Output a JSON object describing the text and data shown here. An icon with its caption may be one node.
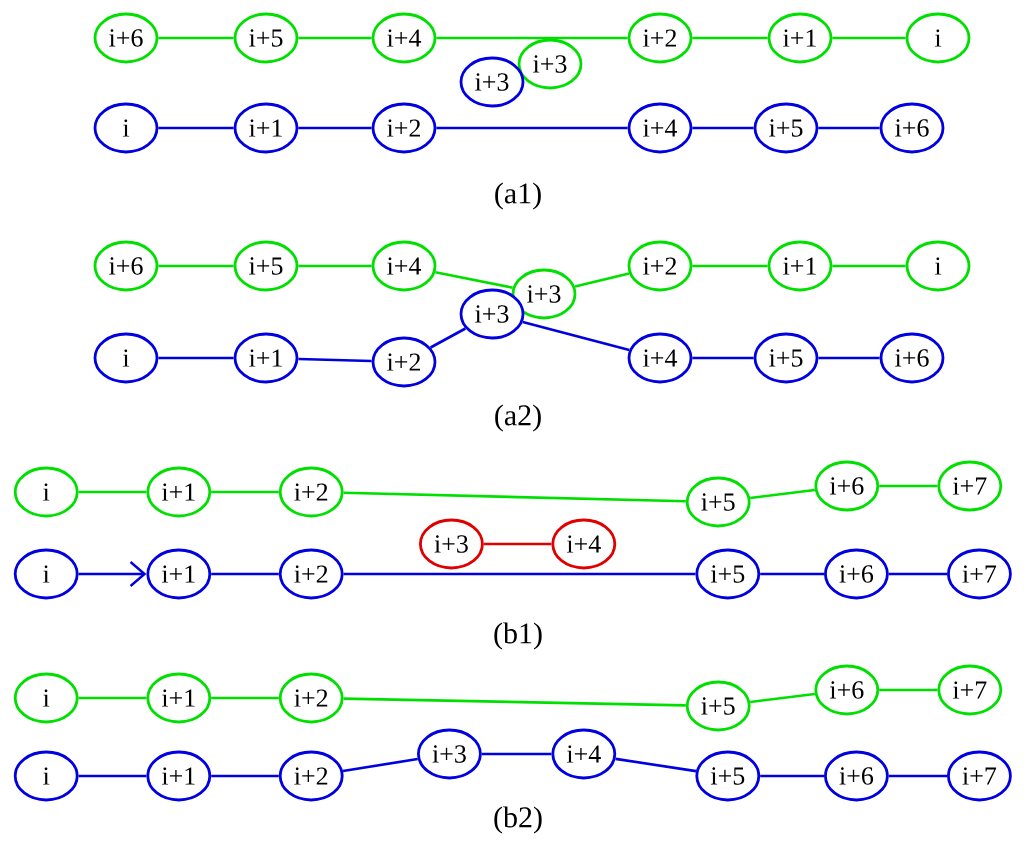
{
  "diagram": {
    "nodes": [
      {
        "text": [
          "i+6"
        ]
      },
      {
        "text": [
          "i+5"
        ]
      },
      {
        "text": [
          "i+4"
        ]
      },
      {
        "text": [
          "i+3"
        ]
      },
      {
        "text": [
          "i+2"
        ]
      },
      {
        "text": [
          "i+1"
        ]
      },
      {
        "text": [
          "i"
        ]
      },
      {
        "text": [
          "i+3"
        ]
      },
      {
        "text": [
          "i"
        ]
      },
      {
        "text": [
          "i+1"
        ]
      },
      {
        "text": [
          "i+2"
        ]
      },
      {
        "text": [
          "i+4"
        ]
      },
      {
        "text": [
          "i+5"
        ]
      },
      {
        "text": [
          "i+6"
        ]
      },
      {
        "text": [
          "i+6"
        ]
      },
      {
        "text": [
          "i+5"
        ]
      },
      {
        "text": [
          "i+4"
        ]
      },
      {
        "text": [
          "i+3"
        ]
      },
      {
        "text": [
          "i+2"
        ]
      },
      {
        "text": [
          "i+1"
        ]
      },
      {
        "text": [
          "i"
        ]
      },
      {
        "text": [
          "i"
        ]
      },
      {
        "text": [
          "i+1"
        ]
      },
      {
        "text": [
          "i+2"
        ]
      },
      {
        "text": [
          "i+3"
        ]
      },
      {
        "text": [
          "i+4"
        ]
      },
      {
        "text": [
          "i+5"
        ]
      },
      {
        "text": [
          "i+6"
        ]
      },
      {
        "text": [
          "i"
        ]
      },
      {
        "text": [
          "i+1"
        ]
      },
      {
        "text": [
          "i+2"
        ]
      },
      {
        "text": [
          "i+5"
        ]
      },
      {
        "text": [
          "i+6"
        ]
      },
      {
        "text": [
          "i+7"
        ]
      },
      {
        "text": [
          "i+3"
        ]
      },
      {
        "text": [
          "i+4"
        ]
      },
      {
        "text": [
          "i"
        ]
      },
      {
        "text": [
          "i+1"
        ]
      },
      {
        "text": [
          "i+2"
        ]
      },
      {
        "text": [
          "i+5"
        ]
      },
      {
        "text": [
          "i+6"
        ]
      },
      {
        "text": [
          "i+7"
        ]
      },
      {
        "text": [
          "i"
        ]
      },
      {
        "text": [
          "i+1"
        ]
      },
      {
        "text": [
          "i+2"
        ]
      },
      {
        "text": [
          "i+5"
        ]
      },
      {
        "text": [
          "i+6"
        ]
      },
      {
        "text": [
          "i+7"
        ]
      },
      {
        "text": [
          "i"
        ]
      },
      {
        "text": [
          "i+1"
        ]
      },
      {
        "text": [
          "i+2"
        ]
      },
      {
        "text": [
          "i+3"
        ]
      },
      {
        "text": [
          "i+4"
        ]
      },
      {
        "text": [
          "i+5"
        ]
      },
      {
        "text": [
          "i+6"
        ]
      },
      {
        "text": [
          "i+7"
        ]
      }
    ],
    "edges": [
      {
        "from": 0,
        "to": 1,
        "arrow": "none",
        "color": "#00e000"
      },
      {
        "from": 1,
        "to": 2,
        "arrow": "none",
        "color": "#00e000"
      },
      {
        "from": 2,
        "to": 4,
        "arrow": "none",
        "color": "#00e000"
      },
      {
        "from": 4,
        "to": 5,
        "arrow": "none",
        "color": "#00e000"
      },
      {
        "from": 5,
        "to": 6,
        "arrow": "none",
        "color": "#00e000"
      },
      {
        "from": 8,
        "to": 9,
        "arrow": "none",
        "color": "#0000e0"
      },
      {
        "from": 9,
        "to": 10,
        "arrow": "none",
        "color": "#0000e0"
      },
      {
        "from": 10,
        "to": 11,
        "arrow": "none",
        "color": "#0000e0"
      },
      {
        "from": 11,
        "to": 12,
        "arrow": "none",
        "color": "#0000e0"
      },
      {
        "from": 12,
        "to": 13,
        "arrow": "none",
        "color": "#0000e0"
      },
      {
        "from": 14,
        "to": 15,
        "arrow": "none",
        "color": "#00e000"
      },
      {
        "from": 15,
        "to": 16,
        "arrow": "none",
        "color": "#00e000"
      },
      {
        "from": 16,
        "to": 17,
        "arrow": "none",
        "color": "#00e000"
      },
      {
        "from": 17,
        "to": 18,
        "arrow": "none",
        "color": "#00e000"
      },
      {
        "from": 18,
        "to": 19,
        "arrow": "none",
        "color": "#00e000"
      },
      {
        "from": 19,
        "to": 20,
        "arrow": "none",
        "color": "#00e000"
      },
      {
        "from": 21,
        "to": 22,
        "arrow": "none",
        "color": "#0000e0"
      },
      {
        "from": 22,
        "to": 23,
        "arrow": "none",
        "color": "#0000e0"
      },
      {
        "from": 23,
        "to": 24,
        "arrow": "none",
        "color": "#0000e0"
      },
      {
        "from": 24,
        "to": 25,
        "arrow": "none",
        "color": "#0000e0"
      },
      {
        "from": 25,
        "to": 26,
        "arrow": "none",
        "color": "#0000e0"
      },
      {
        "from": 26,
        "to": 27,
        "arrow": "none",
        "color": "#0000e0"
      },
      {
        "from": 28,
        "to": 29,
        "arrow": "none",
        "color": "#00e000"
      },
      {
        "from": 29,
        "to": 30,
        "arrow": "none",
        "color": "#00e000"
      },
      {
        "from": 30,
        "to": 31,
        "arrow": "none",
        "color": "#00e000"
      },
      {
        "from": 31,
        "to": 32,
        "arrow": "none",
        "color": "#00e000"
      },
      {
        "from": 32,
        "to": 33,
        "arrow": "none",
        "color": "#00e000"
      },
      {
        "from": 34,
        "to": 35,
        "arrow": "none",
        "color": "#e00000"
      },
      {
        "from": 36,
        "to": 37,
        "arrow": "to",
        "color": "#0000e0"
      },
      {
        "from": 37,
        "to": 38,
        "arrow": "none",
        "color": "#0000e0"
      },
      {
        "from": 38,
        "to": 39,
        "arrow": "none",
        "color": "#0000e0"
      },
      {
        "from": 39,
        "to": 40,
        "arrow": "none",
        "color": "#0000e0"
      },
      {
        "from": 40,
        "to": 41,
        "arrow": "none",
        "color": "#0000e0"
      },
      {
        "from": 42,
        "to": 43,
        "arrow": "none",
        "color": "#00e000"
      },
      {
        "from": 43,
        "to": 44,
        "arrow": "none",
        "color": "#00e000"
      },
      {
        "from": 44,
        "to": 45,
        "arrow": "none",
        "color": "#00e000"
      },
      {
        "from": 45,
        "to": 46,
        "arrow": "none",
        "color": "#00e000"
      },
      {
        "from": 46,
        "to": 47,
        "arrow": "none",
        "color": "#00e000"
      },
      {
        "from": 48,
        "to": 49,
        "arrow": "none",
        "color": "#0000e0"
      },
      {
        "from": 49,
        "to": 50,
        "arrow": "none",
        "color": "#0000e0"
      },
      {
        "from": 50,
        "to": 51,
        "arrow": "none",
        "color": "#0000e0"
      },
      {
        "from": 51,
        "to": 52,
        "arrow": "none",
        "color": "#0000e0"
      },
      {
        "from": 52,
        "to": 53,
        "arrow": "none",
        "color": "#0000e0"
      },
      {
        "from": 53,
        "to": 54,
        "arrow": "none",
        "color": "#0000e0"
      },
      {
        "from": 54,
        "to": 55,
        "arrow": "none",
        "color": "#0000e0"
      }
    ],
    "labels": [
      "(a1)",
      "(a2)",
      "(b1)",
      "(b2)"
    ]
  }
}
